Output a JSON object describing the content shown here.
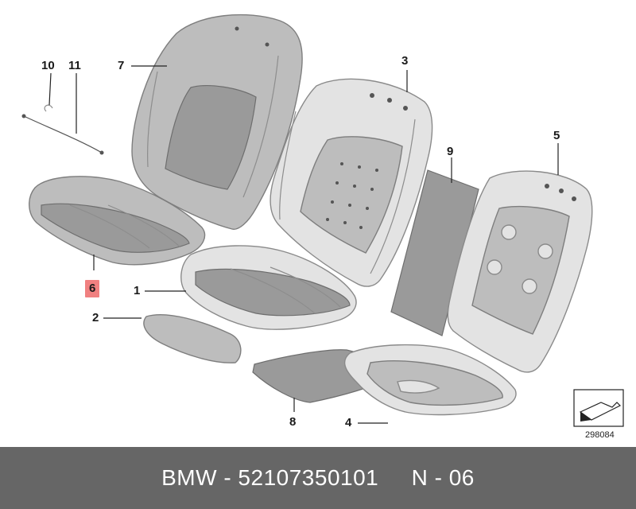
{
  "callouts": [
    {
      "id": "10",
      "label": "10"
    },
    {
      "id": "11",
      "label": "11"
    },
    {
      "id": "7",
      "label": "7"
    },
    {
      "id": "3",
      "label": "3"
    },
    {
      "id": "5",
      "label": "5"
    },
    {
      "id": "9",
      "label": "9"
    },
    {
      "id": "6",
      "label": "6",
      "highlighted": true,
      "highlight_color": "#f08080"
    },
    {
      "id": "1",
      "label": "1"
    },
    {
      "id": "2",
      "label": "2"
    },
    {
      "id": "8",
      "label": "8"
    },
    {
      "id": "4",
      "label": "4"
    }
  ],
  "reference_number": "298084",
  "footer": {
    "text": "BMW - 52107350101     N - 06",
    "background": "#666666",
    "text_color": "#ffffff"
  }
}
